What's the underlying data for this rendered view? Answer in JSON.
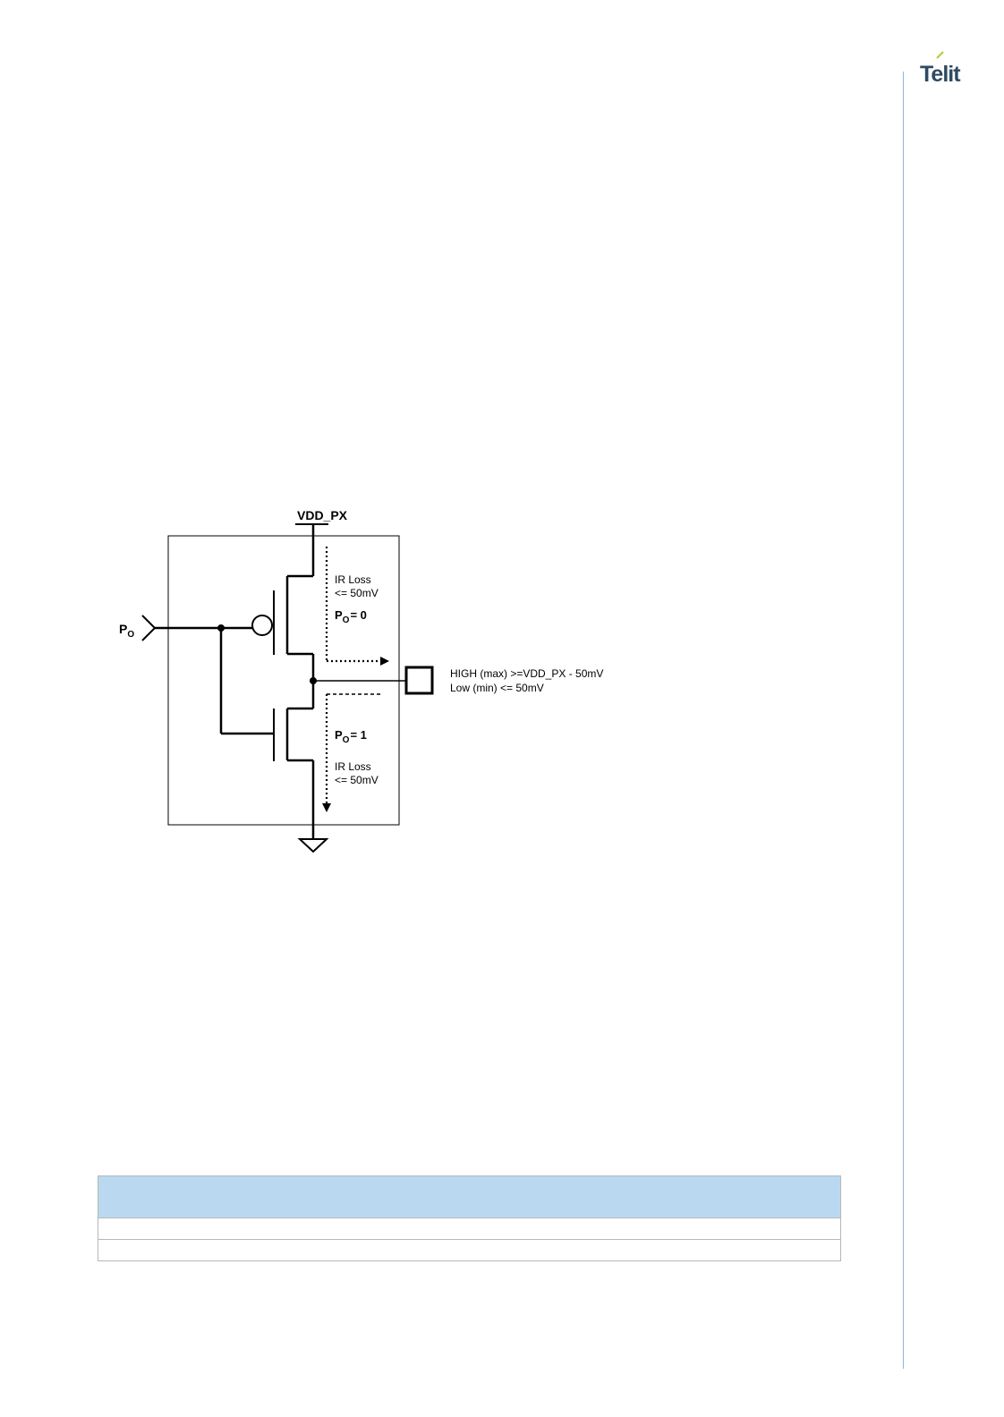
{
  "header": {
    "logo_text": "Telit",
    "accent_color": "#b5c93a",
    "logo_color": "#2e4a63",
    "rule_color": "#8fb8dc"
  },
  "diagram": {
    "supply_label": "VDD_PX",
    "input_label": "P",
    "input_subscript": "O",
    "pmos_state": {
      "prefix": "P",
      "subscript": "O",
      "value": "= 0"
    },
    "nmos_state": {
      "prefix": "P",
      "subscript": "O",
      "value": "= 1"
    },
    "ir_loss_top": {
      "line1": "IR Loss",
      "line2": "<= 50mV"
    },
    "ir_loss_bottom": {
      "line1": "IR Loss",
      "line2": "<= 50mV"
    },
    "output_high": "HIGH (max) >=VDD_PX - 50mV",
    "output_low": "Low (min) <= 50mV"
  },
  "table": {
    "header_color": "#bad9f1",
    "rows": 2
  }
}
